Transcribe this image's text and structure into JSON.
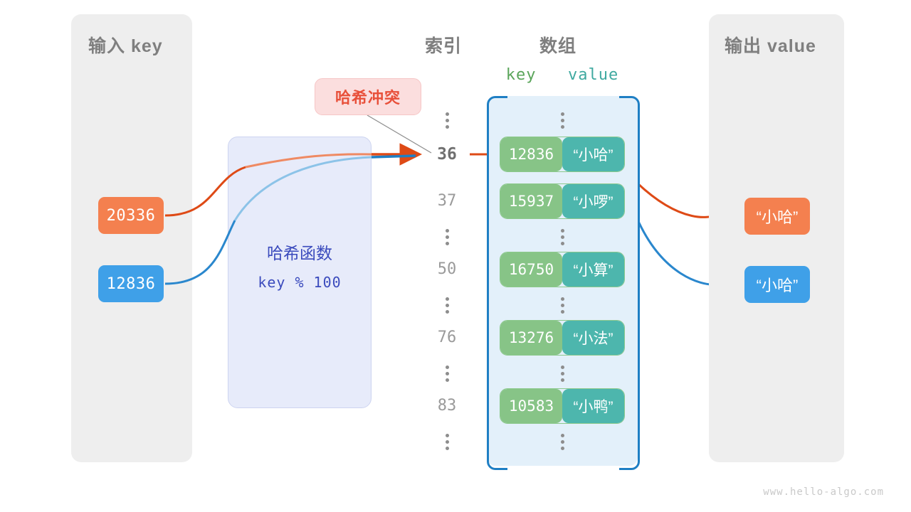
{
  "watermark": "www.hello-algo.com",
  "input_panel": {
    "title": "输入 key",
    "keys": [
      {
        "label": "20336",
        "color": "#f4804f"
      },
      {
        "label": "12836",
        "color": "#3fa0e8"
      }
    ]
  },
  "hash_function": {
    "title": "哈希函数",
    "expression": "key % 100",
    "text_color": "#3b4bbd",
    "box_color": "#e7ebfa"
  },
  "callout": {
    "label": "哈希冲突",
    "text_color": "#e8503a",
    "box_color": "#fbdede"
  },
  "index_column": {
    "title": "索引",
    "entries": [
      {
        "type": "dots",
        "label": ""
      },
      {
        "type": "index",
        "label": "36",
        "highlight": true
      },
      {
        "type": "index",
        "label": "37",
        "highlight": false
      },
      {
        "type": "dots",
        "label": ""
      },
      {
        "type": "index",
        "label": "50",
        "highlight": false
      },
      {
        "type": "dots",
        "label": ""
      },
      {
        "type": "index",
        "label": "76",
        "highlight": false
      },
      {
        "type": "dots",
        "label": ""
      },
      {
        "type": "index",
        "label": "83",
        "highlight": false
      },
      {
        "type": "dots",
        "label": ""
      }
    ]
  },
  "array_panel": {
    "title": "数组",
    "column_headers": {
      "key": "key",
      "value": "value"
    },
    "key_color": "#87c487",
    "value_color": "#4db6ad",
    "container_color": "#e3f0fa",
    "bracket_color": "#1f7fc4",
    "rows": [
      {
        "type": "dots",
        "key": "",
        "value": ""
      },
      {
        "type": "entry",
        "key": "12836",
        "value": "“小哈”"
      },
      {
        "type": "entry",
        "key": "15937",
        "value": "“小啰”"
      },
      {
        "type": "dots",
        "key": "",
        "value": ""
      },
      {
        "type": "entry",
        "key": "16750",
        "value": "“小算”"
      },
      {
        "type": "dots",
        "key": "",
        "value": ""
      },
      {
        "type": "entry",
        "key": "13276",
        "value": "“小法”"
      },
      {
        "type": "dots",
        "key": "",
        "value": ""
      },
      {
        "type": "entry",
        "key": "10583",
        "value": "“小鸭”"
      },
      {
        "type": "dots",
        "key": "",
        "value": ""
      }
    ]
  },
  "output_panel": {
    "title": "输出 value",
    "values": [
      {
        "label": "“小哈”",
        "color": "#f4804f"
      },
      {
        "label": "“小哈”",
        "color": "#3fa0e8"
      }
    ]
  }
}
